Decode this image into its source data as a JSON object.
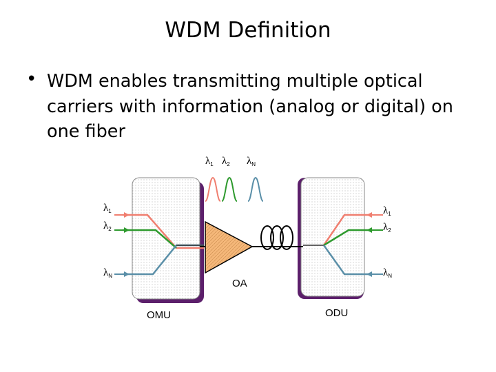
{
  "slide": {
    "title": "WDM Definition",
    "bullet_symbol": "•",
    "bullet": "WDM enables transmitting multiple optical carriers with information (analog or digital) on one fiber"
  },
  "diagram": {
    "lambda_symbol": "λ",
    "sub_1": "1",
    "sub_2": "2",
    "sub_n": "N",
    "omu_label": "OMU",
    "odu_label": "ODU",
    "oa_label": "OA",
    "colors": {
      "lambda1": "#f07f70",
      "lambda2": "#2e9a2e",
      "lambdaN": "#5a8fa8",
      "box_shadow": "#5c1f6b",
      "amplifier": "#f5b87a"
    }
  }
}
